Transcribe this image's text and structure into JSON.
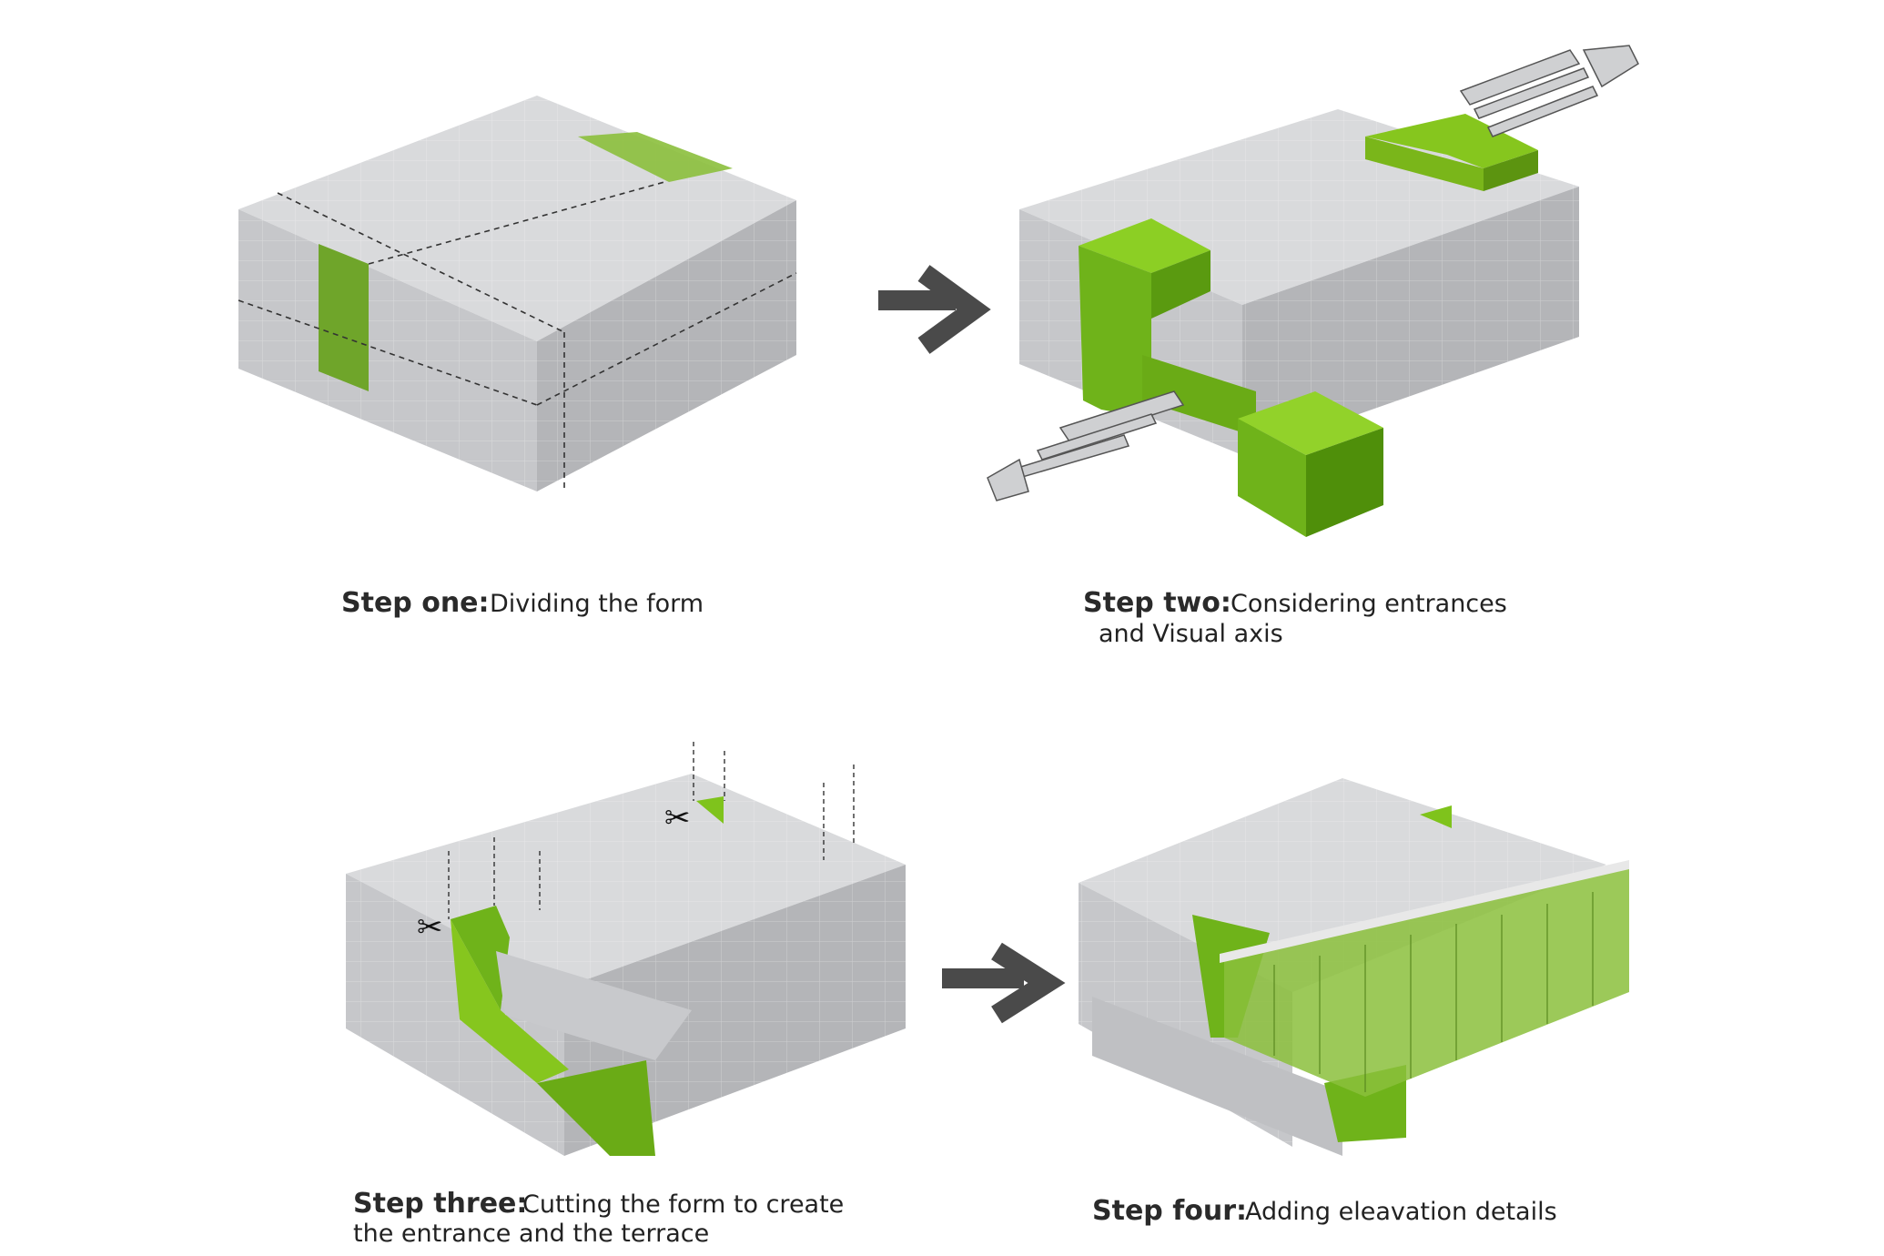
{
  "steps": [
    {
      "label": "Step one:",
      "text": "Dividing the form",
      "line2": ""
    },
    {
      "label": "Step two:",
      "text": "Considering entrances",
      "line2": "and Visual axis"
    },
    {
      "label": "Step three:",
      "text": "Cutting the form to create",
      "line2": "the entrance and the terrace"
    },
    {
      "label": "Step four:",
      "text": "Adding eleavation details",
      "line2": ""
    }
  ],
  "colors": {
    "green": "#7fc31c",
    "green_dark": "#4f8f0a",
    "top": "#d9dadc",
    "left": "#c4c5c8",
    "right": "#b3b4b7",
    "arrow": "#4a4a4a"
  },
  "icons": [
    "arrow-right-icon",
    "scissors-icon",
    "visual-axis-arrow-icon"
  ]
}
